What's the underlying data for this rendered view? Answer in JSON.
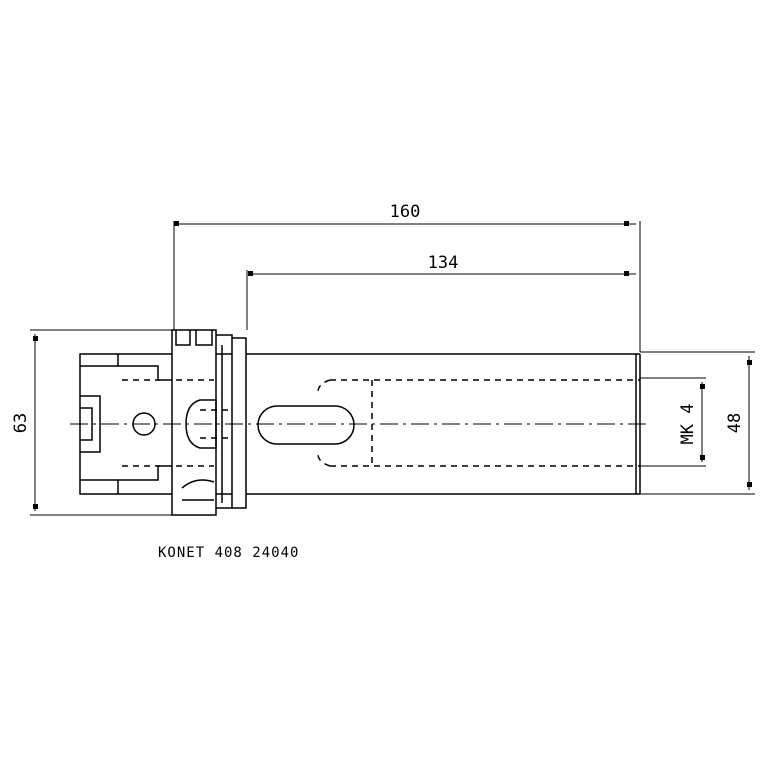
{
  "drawing": {
    "dimensions": {
      "overall_length": "160",
      "shank_length": "134",
      "flange_diameter": "63",
      "body_diameter": "48",
      "taper": "MK 4"
    },
    "part_number": "KONET 408 24040"
  }
}
